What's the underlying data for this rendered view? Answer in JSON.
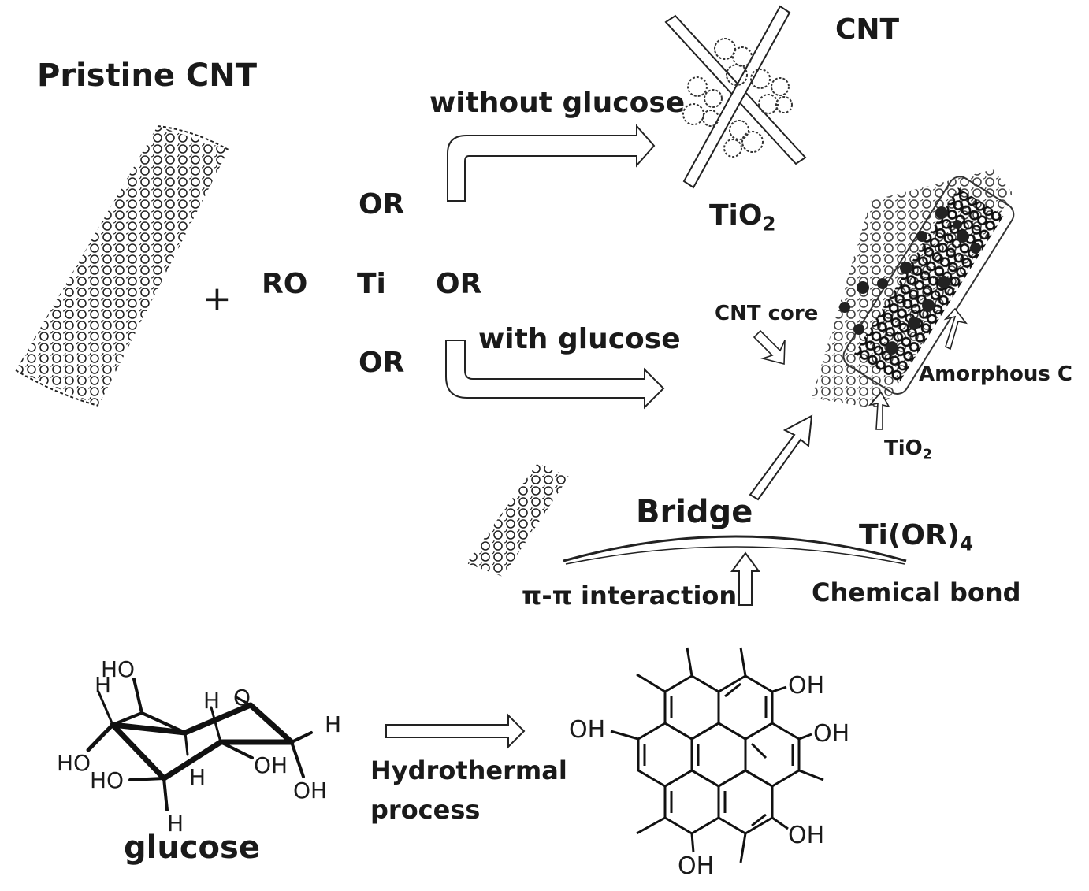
{
  "labels": {
    "pristine_cnt": "Pristine CNT",
    "plus": "+",
    "precursor": {
      "or_top": "OR",
      "ro": "RO",
      "ti": "Ti",
      "or_right": "OR",
      "or_bottom": "OR"
    },
    "without_glucose": "without glucose",
    "with_glucose": "with  glucose",
    "cnt_top": "CNT",
    "tio2_top": {
      "main": "TiO",
      "sub": "2"
    },
    "cnt_core": "CNT core",
    "amorphous_c": "Amorphous C",
    "tio2_right": {
      "main": "TiO",
      "sub": "2"
    },
    "bridge": "Bridge",
    "tior4": {
      "main": "Ti(OR)",
      "sub": "4"
    },
    "pi_interaction": "π-π interaction",
    "chemical_bond": "Chemical bond",
    "hydrothermal_line1": "Hydrothermal",
    "hydrothermal_line2": "process",
    "glucose": "glucose"
  },
  "glucose_atoms": {
    "ho_top": "HO",
    "h_top_left": "H",
    "h_mid": "H",
    "o_ring": "O",
    "h_right": "H",
    "ho_left": "HO",
    "ho_left2": "HO",
    "h_bottom": "H",
    "oh_mid": "OH",
    "oh_right": "OH",
    "h_lower": "H"
  },
  "product_groups": {
    "oh_top_right": "OH",
    "oh_left": "OH",
    "oh_right": "OH",
    "oh_bottom_right": "OH",
    "oh_bottom": "OH"
  },
  "colors": {
    "ink": "#1a1a1a",
    "background": "#ffffff",
    "particle": "#222222"
  }
}
